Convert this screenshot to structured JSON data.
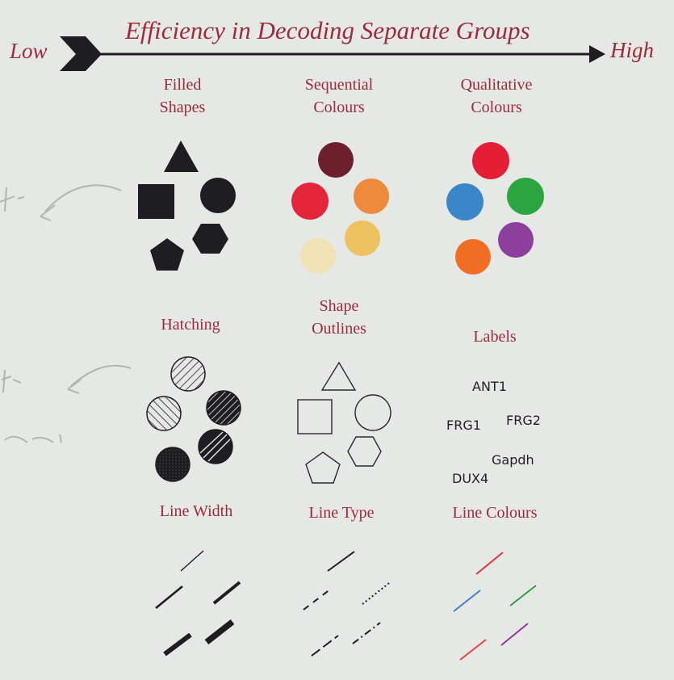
{
  "scale": {
    "low_label": "Low",
    "high_label": "High",
    "title": "Efficiency in Decoding Separate Groups"
  },
  "panels": {
    "filled_shapes": {
      "line1": "Filled",
      "line2": "Shapes"
    },
    "sequential_colours": {
      "line1": "Sequential",
      "line2": "Colours"
    },
    "qualitative_colours": {
      "line1": "Qualitative",
      "line2": "Colours"
    },
    "hatching": {
      "label": "Hatching"
    },
    "shape_outlines": {
      "line1": "Shape",
      "line2": "Outlines"
    },
    "labels": {
      "label": "Labels"
    },
    "line_width": {
      "label": "Line Width"
    },
    "line_type": {
      "label": "Line Type"
    },
    "line_colours": {
      "label": "Line Colours"
    }
  },
  "gene_labels": {
    "ant1": "ANT1",
    "frg1": "FRG1",
    "frg2": "FRG2",
    "gapdh": "Gapdh",
    "dux4": "DUX4"
  },
  "colors": {
    "label_red": "#9c2a3d",
    "shape_dark": "#1d1d22",
    "sequential": [
      "#6e1f2e",
      "#e3253a",
      "#ef8a3c",
      "#eec25e",
      "#f0e2b4"
    ],
    "qualitative": [
      "#e41e35",
      "#3a86c8",
      "#2aa53f",
      "#f26d24",
      "#8d3f9c"
    ],
    "line_colours": [
      "#e2323a",
      "#3f7fc6",
      "#2c9f47",
      "#ef3d3d",
      "#8e3a9c"
    ]
  }
}
